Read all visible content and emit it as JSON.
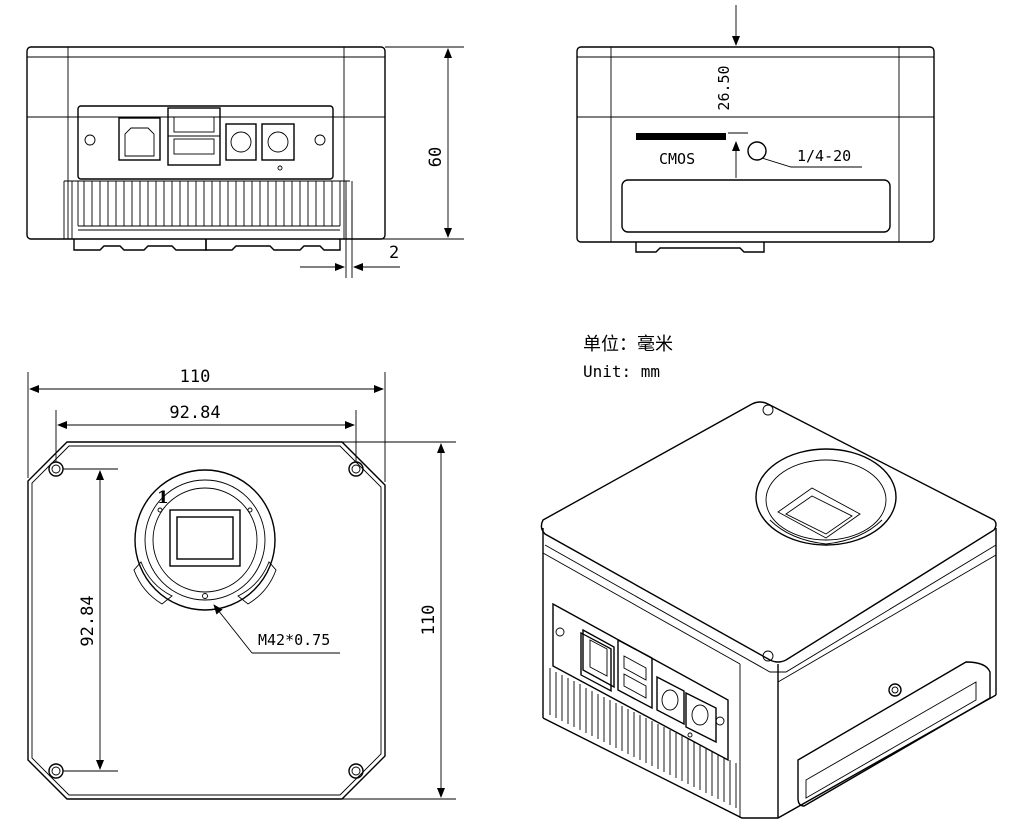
{
  "front_view": {
    "height_dim": "60",
    "offset_dim": "2"
  },
  "side_view": {
    "sensor_depth_dim": "26.50",
    "sensor_label": "CMOS",
    "mount_thread_label": "1/4-20"
  },
  "units_note": {
    "line_zh": "单位：毫米",
    "line_en": "Unit: mm"
  },
  "top_view": {
    "width_dim": "110",
    "hole_spacing_h": "92.84",
    "hole_spacing_v": "92.84",
    "height_dim": "110",
    "thread_label": "M42*0.75",
    "index_mark": "1"
  }
}
